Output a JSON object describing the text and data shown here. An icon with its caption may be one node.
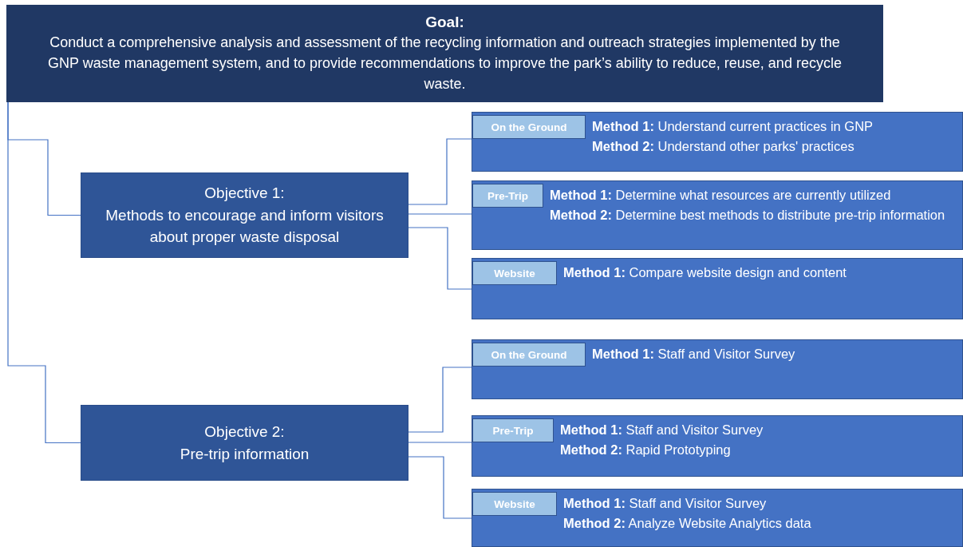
{
  "diagram": {
    "nodes": [
      {
        "text": [
          "Goal:",
          "Conduct a comprehensive analysis and assessment of the recycling information and outreach strategies implemented by the GNP waste management system, and to provide recommendations to improve the park’s ability to reduce, reuse, and recycle waste."
        ]
      },
      {
        "text": [
          "Objective 1:",
          "Methods to encourage and inform visitors about proper waste disposal"
        ]
      },
      {
        "text": [
          "**Method 1:** Understand current practices in GNP",
          "**Method 2:** Understand other parks' practices"
        ]
      },
      {
        "text": [
          "On the Ground"
        ],
        "in": 2
      },
      {
        "text": [
          "**Method 1:** Determine what resources are currently utilized",
          "**Method 2:** Determine best methods to distribute pre-trip information"
        ]
      },
      {
        "text": [
          "Pre-Trip"
        ],
        "in": 4
      },
      {
        "text": [
          "**Method 1:** Compare website design and content"
        ]
      },
      {
        "text": [
          "Website"
        ],
        "in": 6
      },
      {
        "text": [
          "Objective 2:",
          "Pre-trip information"
        ]
      },
      {
        "text": [
          "**Method 1:** Staff and Visitor Survey"
        ]
      },
      {
        "text": [
          "On the Ground"
        ],
        "in": 9
      },
      {
        "text": [
          "**Method 1:** Staff and Visitor Survey",
          "**Method 2:** Rapid Prototyping"
        ]
      },
      {
        "text": [
          "Pre-Trip"
        ],
        "in": 11
      },
      {
        "text": [
          "**Method 1:** Staff and Visitor Survey",
          "**Method 2:** Analyze Website Analytics data"
        ]
      },
      {
        "text": [
          "Website"
        ],
        "in": 13
      }
    ],
    "edges": [
      {
        "from": 0,
        "to": 1,
        "arrow": "none"
      },
      {
        "from": 0,
        "to": 8,
        "arrow": "none"
      },
      {
        "from": 1,
        "to": 2,
        "arrow": "none"
      },
      {
        "from": 1,
        "to": 4,
        "arrow": "none"
      },
      {
        "from": 1,
        "to": 6,
        "arrow": "none"
      },
      {
        "from": 8,
        "to": 9,
        "arrow": "none"
      },
      {
        "from": 8,
        "to": 11,
        "arrow": "none"
      },
      {
        "from": 8,
        "to": 13,
        "arrow": "none"
      }
    ]
  }
}
